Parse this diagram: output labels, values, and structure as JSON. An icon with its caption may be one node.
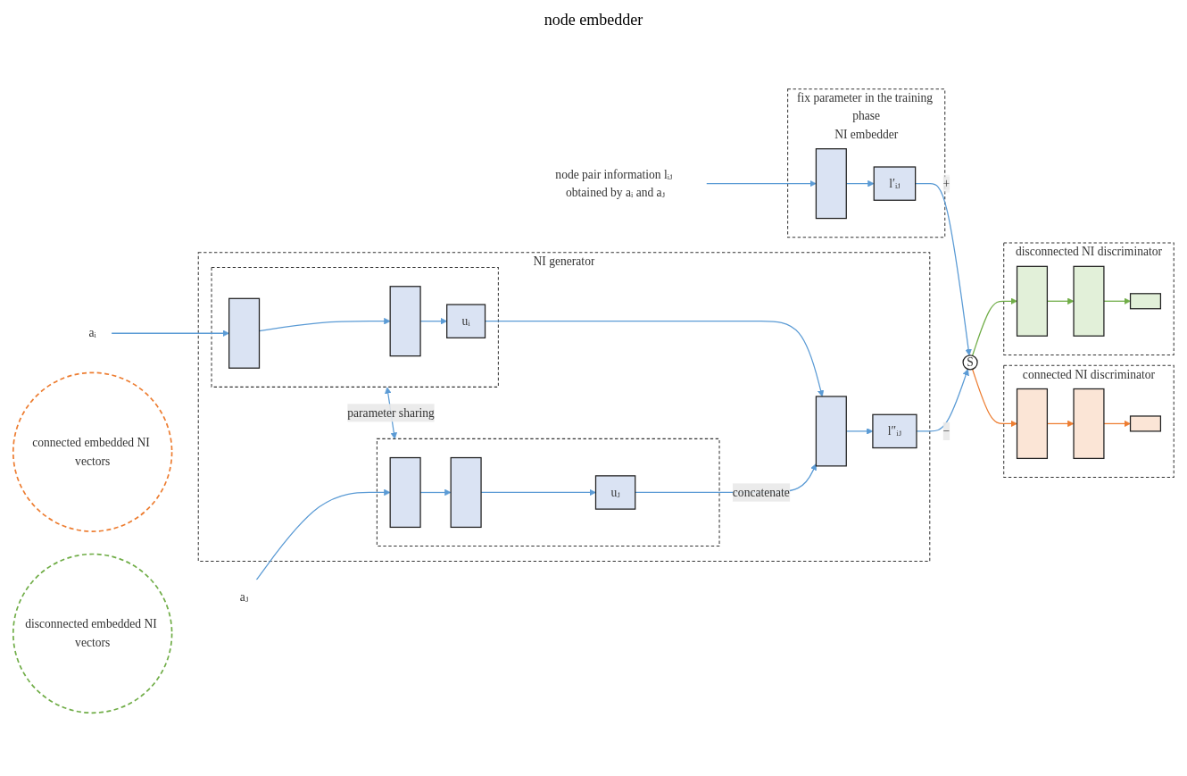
{
  "diagram": {
    "nodes": [
      {
        "text": [
          "node pair information lᵢⱼ obtained by aᵢ and aⱼ"
        ]
      },
      {
        "text": [
          "fix parameter in the training phase",
          "NI embedder"
        ]
      },
      {
        "text": [],
        "shape": "bar",
        "in": 1
      },
      {
        "text": [
          "l′ᵢⱼ"
        ],
        "in": 1
      },
      {
        "text": [
          "aᵢ"
        ]
      },
      {
        "text": [
          "aⱼ"
        ]
      },
      {
        "text": [
          "NI generator"
        ]
      },
      {
        "text": [],
        "shape": "box",
        "in": 6
      },
      {
        "text": [],
        "shape": "bar",
        "in": 7
      },
      {
        "text": [],
        "shape": "bar",
        "in": 7
      },
      {
        "text": [
          "uᵢ"
        ],
        "in": 7
      },
      {
        "text": [],
        "shape": "box",
        "in": 6
      },
      {
        "text": [],
        "shape": "bar",
        "in": 11
      },
      {
        "text": [],
        "shape": "bar",
        "in": 11
      },
      {
        "text": [
          "uⱼ"
        ],
        "in": 11
      },
      {
        "text": [],
        "shape": "bar",
        "in": 6
      },
      {
        "text": [
          "l″ᵢⱼ"
        ],
        "in": 6
      },
      {
        "text": [
          "S"
        ]
      },
      {
        "text": [
          "connected NI discriminator"
        ]
      },
      {
        "text": [],
        "shape": "bar",
        "in": 18
      },
      {
        "text": [],
        "shape": "bar",
        "in": 18
      },
      {
        "text": [],
        "shape": "box",
        "in": 18
      },
      {
        "text": [
          "connected embedded NI vectors"
        ]
      },
      {
        "text": [
          "disconnected NI discriminator"
        ]
      },
      {
        "text": [],
        "shape": "bar",
        "in": 23
      },
      {
        "text": [],
        "shape": "bar",
        "in": 23
      },
      {
        "text": [],
        "shape": "box",
        "in": 23
      },
      {
        "text": [
          "disconnected embedded NI vectors"
        ]
      }
    ],
    "edges": [
      {
        "from": 0,
        "to": 2,
        "arrow": "to"
      },
      {
        "from": 2,
        "to": 3,
        "arrow": "to"
      },
      {
        "from": 4,
        "to": 8,
        "arrow": "to"
      },
      {
        "from": 8,
        "to": 9,
        "arrow": "to"
      },
      {
        "from": 9,
        "to": 10,
        "arrow": "to"
      },
      {
        "from": 5,
        "to": 12,
        "arrow": "to"
      },
      {
        "from": 12,
        "to": 13,
        "arrow": "to"
      },
      {
        "from": 13,
        "to": 14,
        "arrow": "to"
      },
      {
        "from": 7,
        "to": 11,
        "arrow": "both",
        "label": "parameter sharing"
      },
      {
        "from": 10,
        "to": 15,
        "arrow": "to"
      },
      {
        "from": 14,
        "to": 15,
        "arrow": "to",
        "label": "concatenate"
      },
      {
        "from": 15,
        "to": 16,
        "arrow": "to"
      },
      {
        "from": 3,
        "to": 17,
        "arrow": "to",
        "label": "+"
      },
      {
        "from": 16,
        "to": 17,
        "arrow": "to",
        "label": "−"
      },
      {
        "from": 17,
        "to": 19,
        "arrow": "to",
        "color": "#ed7d31"
      },
      {
        "from": 19,
        "to": 20,
        "arrow": "to",
        "color": "#ed7d31"
      },
      {
        "from": 20,
        "to": 21,
        "arrow": "to",
        "color": "#ed7d31"
      },
      {
        "from": 17,
        "to": 24,
        "arrow": "to",
        "color": "#70ad47"
      },
      {
        "from": 24,
        "to": 25,
        "arrow": "to",
        "color": "#70ad47"
      },
      {
        "from": 25,
        "to": 26,
        "arrow": "to",
        "color": "#70ad47"
      }
    ],
    "labels": [
      "node embedder"
    ]
  }
}
